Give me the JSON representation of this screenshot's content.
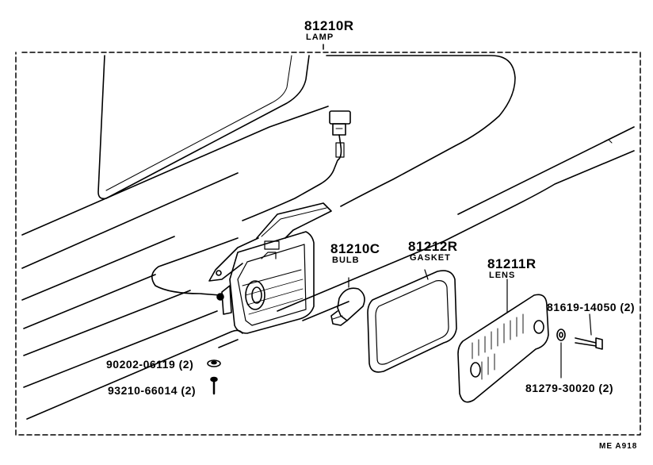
{
  "callouts": {
    "lamp_assy": {
      "part_no": "81210R",
      "name": "LAMP"
    },
    "bulb": {
      "part_no": "81210C",
      "name": "BULB"
    },
    "gasket": {
      "part_no": "81212R",
      "name": "GASKET"
    },
    "lens": {
      "part_no": "81211R",
      "name": "LENS"
    },
    "screw_lens": {
      "text": "81619-14050 (2)"
    },
    "washer_lens": {
      "text": "81279-30020 (2)"
    },
    "nut": {
      "text": "90202-06119 (2)"
    },
    "bolt": {
      "text": "93210-66014 (2)"
    }
  },
  "drawing_code": "ME  A918",
  "colors": {
    "ink": "#000000",
    "paper": "#ffffff"
  }
}
